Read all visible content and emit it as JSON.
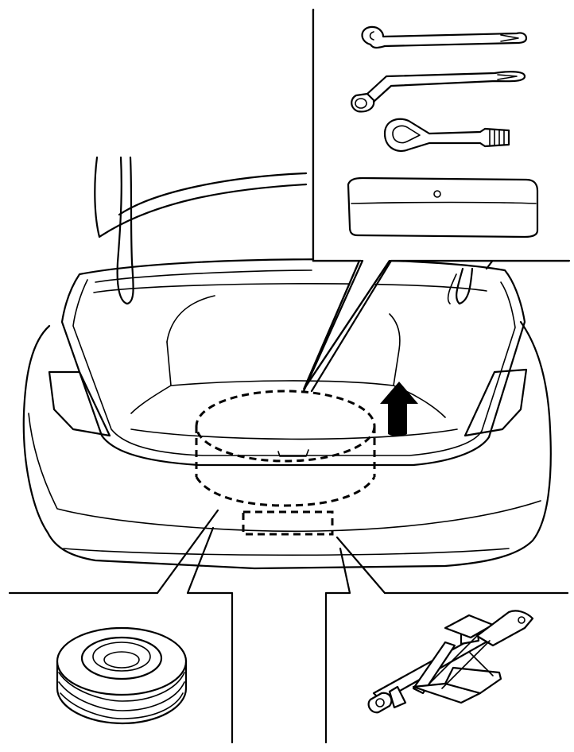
{
  "figure": {
    "colors": {
      "line": "#000000",
      "background": "#ffffff"
    },
    "items": [
      {
        "id": "lug-wrench",
        "icon": "lug-wrench-icon"
      },
      {
        "id": "jack-handle",
        "icon": "jack-handle-icon"
      },
      {
        "id": "tow-hook",
        "icon": "tow-hook-icon"
      },
      {
        "id": "tool-bag",
        "icon": "tool-bag-icon"
      },
      {
        "id": "spare-tire",
        "icon": "spare-tire-icon"
      },
      {
        "id": "jack",
        "icon": "scissor-jack-icon"
      }
    ]
  }
}
